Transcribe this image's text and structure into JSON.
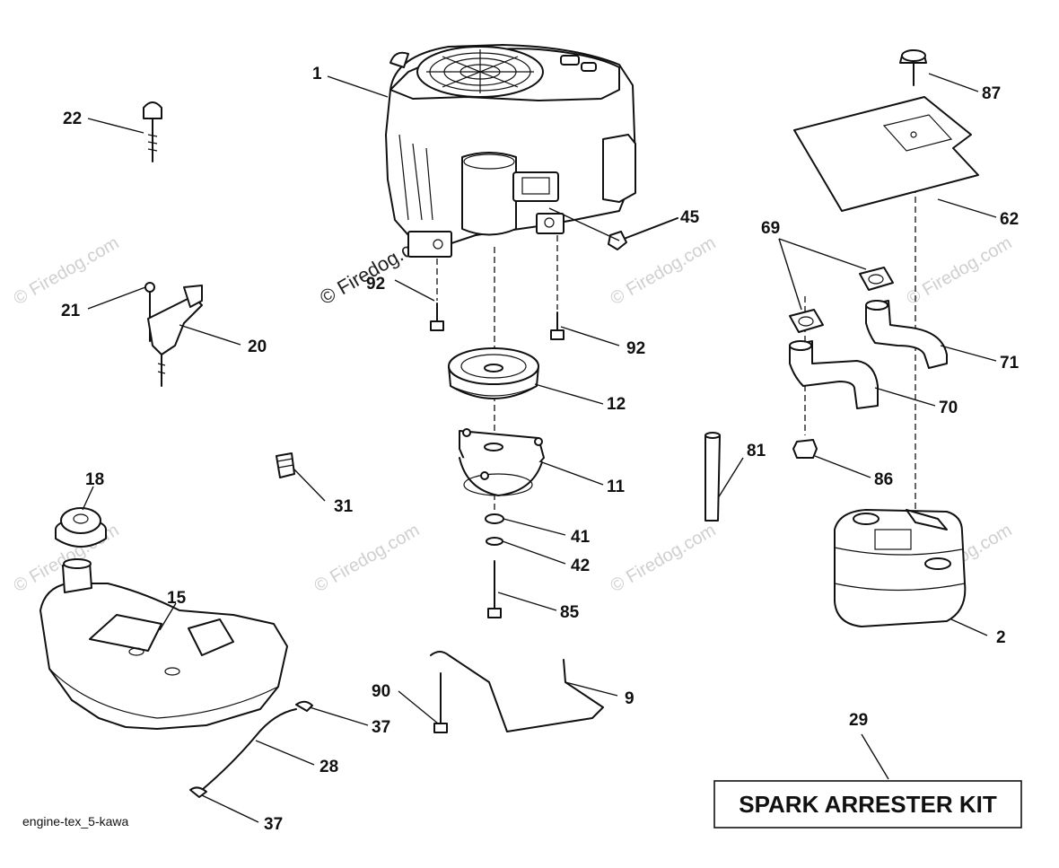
{
  "diagram": {
    "reference_code": "engine-tex_5-kawa",
    "kit_label": "SPARK ARRESTER KIT",
    "watermark": "© Firedog.com",
    "callouts": {
      "c1": "1",
      "c22": "22",
      "c21": "21",
      "c20": "20",
      "c92a": "92",
      "c92b": "92",
      "c45": "45",
      "c12": "12",
      "c11": "11",
      "c31": "31",
      "c41": "41",
      "c42": "42",
      "c85": "85",
      "c18": "18",
      "c15": "15",
      "c90": "90",
      "c9": "9",
      "c37a": "37",
      "c28": "28",
      "c37b": "37",
      "c87": "87",
      "c62": "62",
      "c69": "69",
      "c71": "71",
      "c70": "70",
      "c81": "81",
      "c86": "86",
      "c2": "2",
      "c29": "29"
    }
  }
}
